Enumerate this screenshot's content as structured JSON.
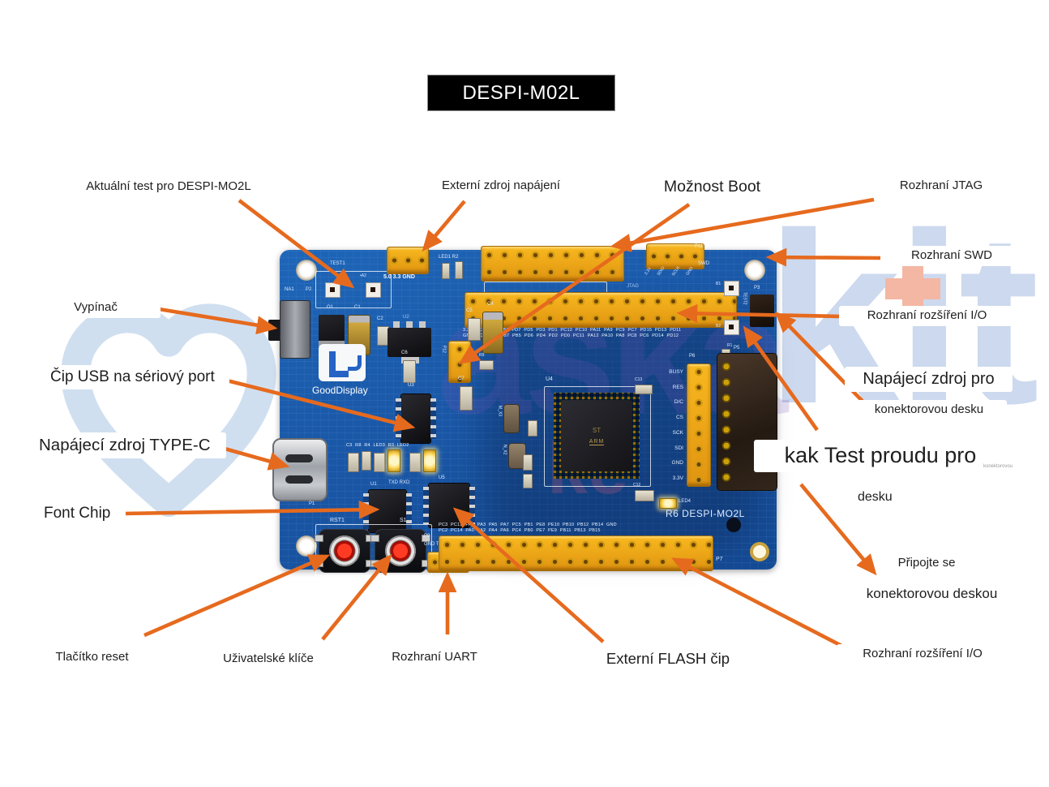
{
  "title": "DESPI-M02L",
  "annotations": {
    "aktualni_test": "Aktuální test pro DESPI-MO2L",
    "externi_zdroj": "Externí zdroj napájení",
    "moznost_boot": "Možnost Boot",
    "rozhrani_jtag": "Rozhraní JTAG",
    "rozhrani_swd": "Rozhraní SWD",
    "rozhrani_io_right": "Rozhraní rozšíření I/O",
    "napajeci_pro_line1": "Napájecí zdroj pro",
    "napajeci_pro_line2": "konektorovou desku",
    "kak_test_line1": "kak Test proudu pro",
    "kak_test_line2": "desku",
    "konektorovou_faint": "konektorovou",
    "pripojte_line1": "Připojte se",
    "pripojte_line2": "konektorovou deskou",
    "vypinac": "Vypínač",
    "cip_usb": "Čip USB na sériový port",
    "napajeci_typec": "Napájecí zdroj TYPE-C",
    "font_chip": "Font Chip",
    "tlacitko_reset": "Tlačítko reset",
    "uzivatelske_klice": "Uživatelské klíče",
    "rozhrani_uart": "Rozhraní UART",
    "externi_flash": "Externí FLASH čip",
    "rozhrani_io_bottom": "Rozhraní rozšíření I/O"
  },
  "watermark": {
    "kit": "kit",
    "board_overlay": "aska",
    "board_overlay2": "ke"
  },
  "board": {
    "brand": "GoodDisplay",
    "revision": "R6 DESPI-MO2L",
    "silk": {
      "test1": "TEST1",
      "a2": "•A2",
      "pwr": "5.0 3.3 GND",
      "led1r2": "LED1 R2",
      "jtag": "JTAG",
      "swd": "SWD",
      "p11": "P11",
      "p8": "P8",
      "p7": "P7",
      "p6": "P6",
      "p5": "P5",
      "p9": "P9",
      "p12": "P12",
      "p3": "P3",
      "p2": "P2",
      "p1": "P1",
      "na1": "NA1",
      "b1": "B1",
      "b2": "B2",
      "test2": "TEST2",
      "r1": "R1",
      "r9": "R9",
      "o1": "O1",
      "c1": "C1",
      "c2": "C2",
      "u2": "U2",
      "c4": "C4",
      "c5": "C5",
      "c6": "C6",
      "c7": "C7",
      "c13": "C13",
      "c12": "C12",
      "u1": "U1",
      "u3": "U3",
      "u4": "U4",
      "u5": "U5",
      "rst1": "RST1",
      "s1": "S1",
      "uart_pins": "GND TXD RXD",
      "txd_rxd": "TXD RXD",
      "led4": "LED4",
      "ledrow": "C3 R8 R4 LED3 R3 LED2",
      "mx3": "M_X3",
      "nx2": "N_X2",
      "plus": "+"
    },
    "swd_pins": [
      "3.3V",
      "SDIO",
      "SCLK",
      "GND"
    ],
    "p6_pins": [
      "BUSY",
      "RES",
      "D/C",
      "CS",
      "SCK",
      "SDI",
      "GND",
      "3.3V"
    ],
    "p8_row_top": "3.3V PC0 PB8 PB6 PD7 PD5 PD3 PD1 PC12 PC10 PA11 PA9 PC9 PC7 PD15 PD13 PD11",
    "p8_row_bottom": "GND PC1 PB9 PB7 PB5 PD6 PD4 PD2 PD0 PC11 PA12 PA10 PA8 PC8 PC6 PD14 PD12",
    "p7_row_top": "PC3 PC13 PA1 PA3 PA5 PA7 PC5 PB1 PE8 PE10 PB10 PB12 PB14 GND",
    "p7_row_bottom": "PC2 PC14 PA0 PA2 PA4 PA6 PC4 PB0 PE7 PE9 PB11 PB13 PB15",
    "mcu": {
      "brand": "ST",
      "logo": "ARM"
    }
  },
  "colors": {
    "arrow": "#e66a1e",
    "board_blue": "#1a5cb0",
    "connector_yellow": "#f2a71b",
    "watermark_blue": "#ccd9ee",
    "watermark_salmon": "#f4b7a3",
    "title_bg": "#000000"
  }
}
